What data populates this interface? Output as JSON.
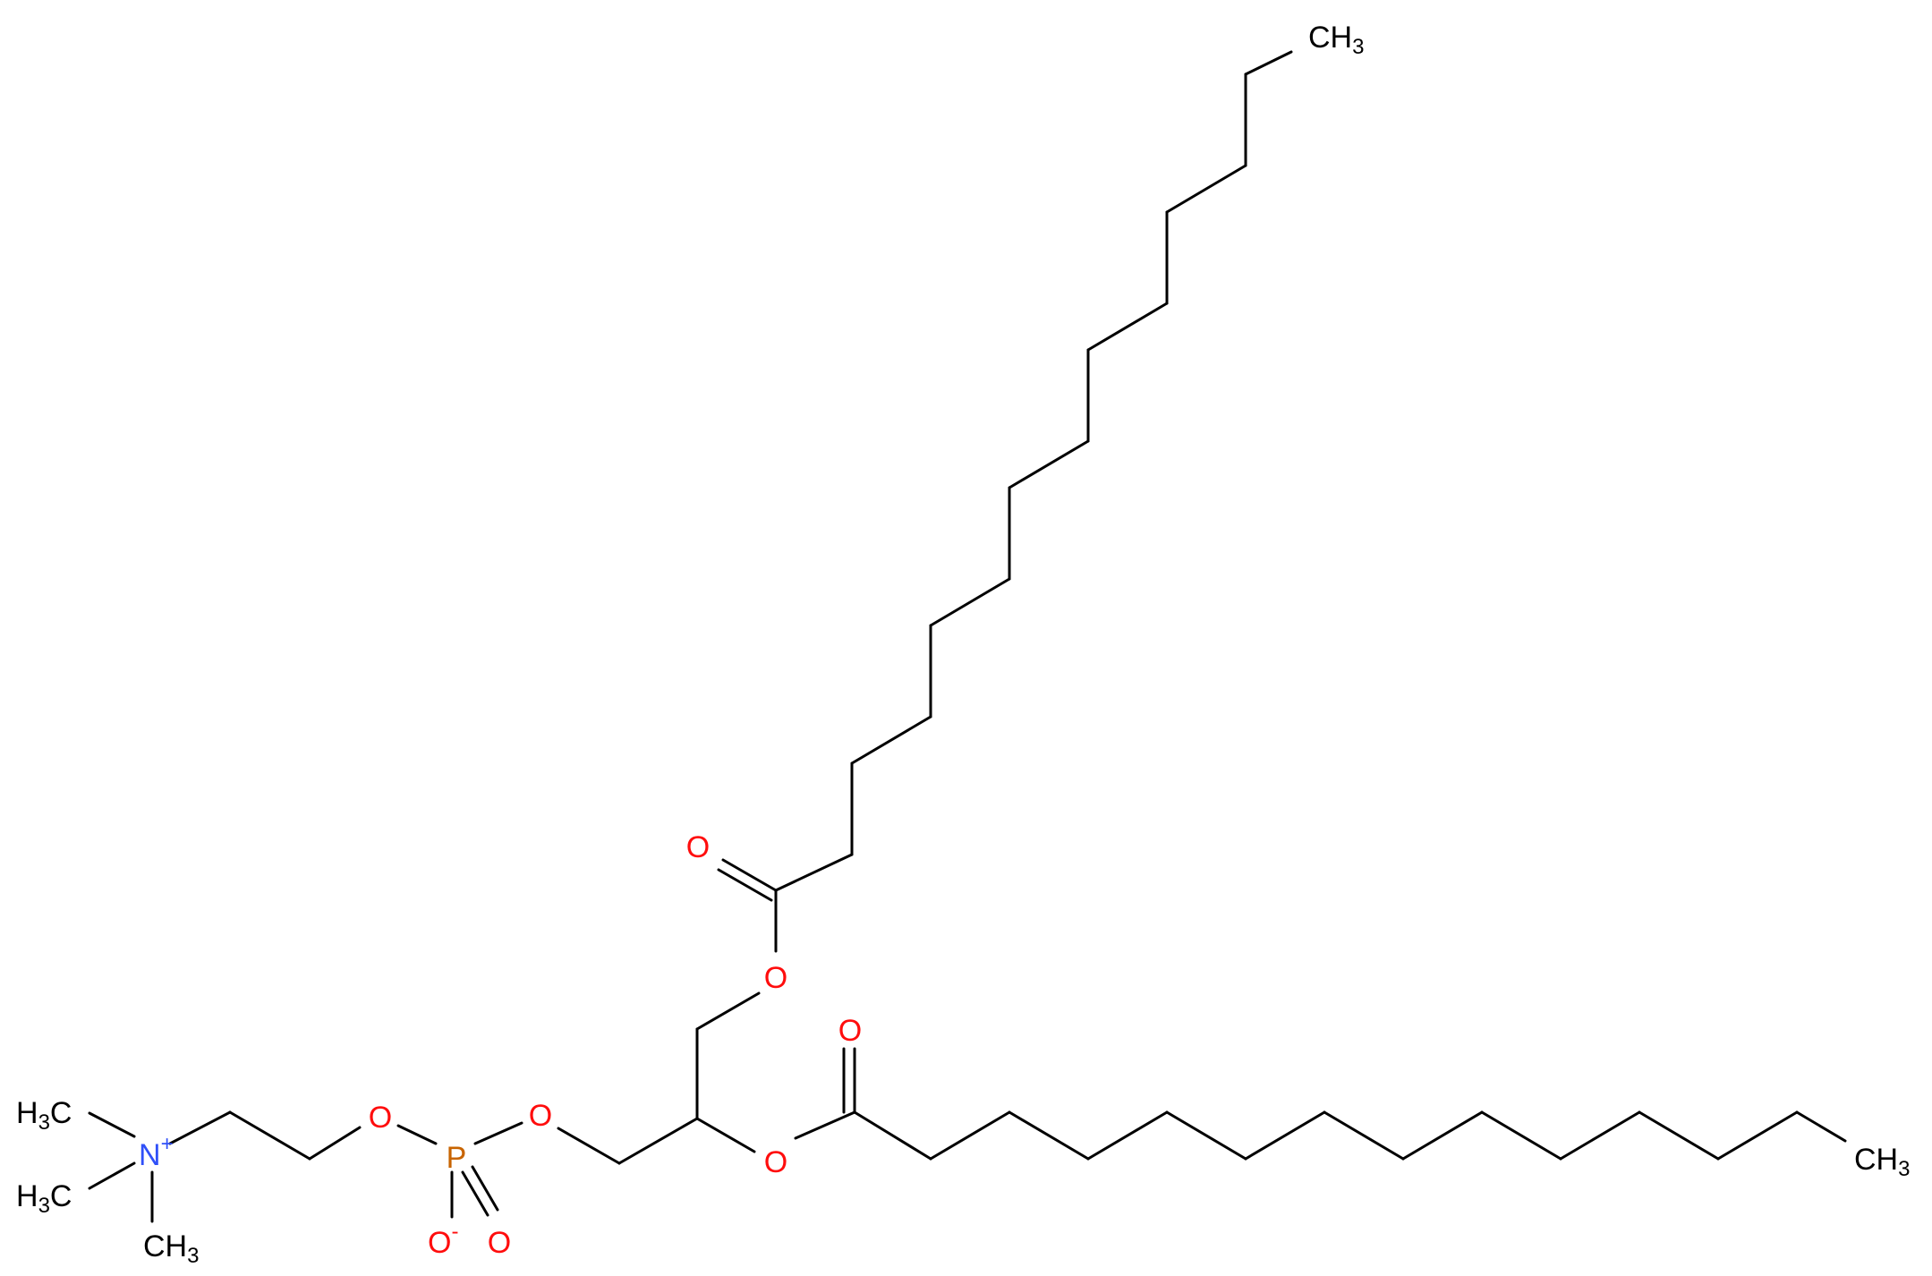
{
  "colors": {
    "bond": "#000000",
    "carbon": "#000000",
    "oxygen": "#ff0d0d",
    "phosphorus": "#c86400",
    "nitrogen": "#3050f8"
  },
  "labels": {
    "ch3_top": {
      "main": "CH",
      "sub": "3"
    },
    "ch3_right": {
      "main": "CH",
      "sub": "3"
    },
    "h3c_upper": {
      "pre": "H",
      "sub": "3",
      "main": "C"
    },
    "h3c_lower": {
      "pre": "H",
      "sub": "3",
      "main": "C"
    },
    "ch3_bottom": {
      "main": "CH",
      "sub": "3"
    },
    "n_plus": {
      "main": "N",
      "charge": "+"
    },
    "p": {
      "main": "P"
    },
    "o_minus": {
      "main": "O",
      "charge": "-"
    },
    "o": "O"
  }
}
